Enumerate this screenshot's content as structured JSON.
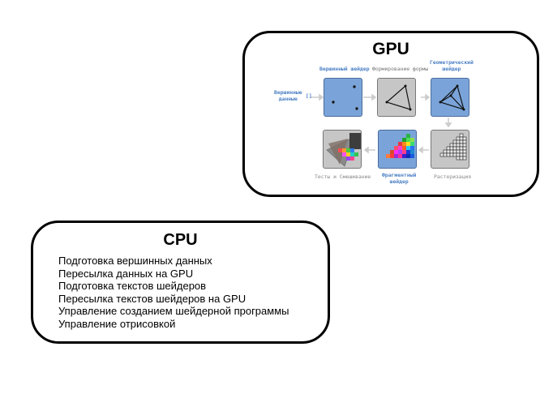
{
  "gpu": {
    "title": "GPU",
    "vertex_data_label": "Вершинные\nданные",
    "vertex_data_symbol": "[]",
    "stages": {
      "vertex_shader": "Вершинный шейдер",
      "shape_assembly": "Формирование формы",
      "geometry_shader": "Геометрический\nшейдер",
      "rasterization": "Растеризация",
      "fragment_shader": "Фрагментный\nшейдер",
      "tests_blending": "Тесты и Смешивание"
    }
  },
  "cpu": {
    "title": "CPU",
    "items": [
      "Подготовка вершинных данных",
      "Пересылка данных на GPU",
      "Подготовка текстов шейдеров",
      "Пересылка текстов шейдеров на GPU",
      "Управление созданием шейдерной программы",
      "Управление отрисовкой"
    ]
  },
  "colors": {
    "programmable_stage": "#7aa4d9",
    "fixed_stage": "#c6c6c6",
    "programmable_label": "#4a7fc4",
    "fixed_label": "#8a8a8a",
    "arrow": "#cccccc"
  }
}
